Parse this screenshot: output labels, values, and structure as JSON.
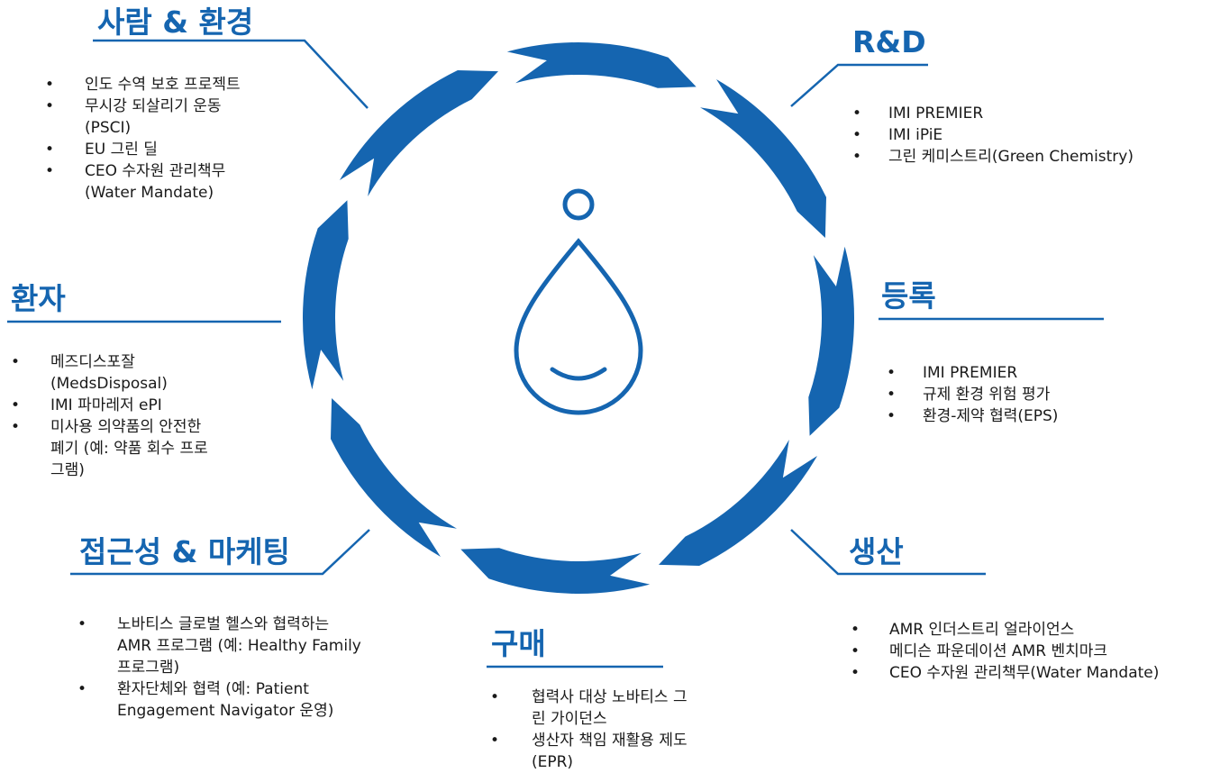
{
  "colors": {
    "primary": "#1565b0",
    "text": "#1a1a1a"
  },
  "sections": {
    "people_env": {
      "title": "사람 & 환경",
      "items": [
        {
          "text": "인도 수역 보호 프로젝트"
        },
        {
          "text": "무시강 되살리기 운동\n(PSCI)"
        },
        {
          "text": "EU 그린 딜"
        },
        {
          "text": "CEO 수자원 관리책무\n(Water Mandate)"
        }
      ]
    },
    "rnd": {
      "title": "R&D",
      "items": [
        {
          "text": "IMI PREMIER"
        },
        {
          "text": "IMI iPiE"
        },
        {
          "text": "그린 케미스트리(Green Chemistry)"
        }
      ]
    },
    "patient": {
      "title": "환자",
      "items": [
        {
          "text": "메즈디스포잘\n(MedsDisposal)"
        },
        {
          "text": "IMI 파마레저 ePI"
        },
        {
          "text": "미사용 의약품의 안전한\n폐기 (예: 약품 회수 프로\n그램)"
        }
      ]
    },
    "registration": {
      "title": "등록",
      "items": [
        {
          "text": "IMI PREMIER"
        },
        {
          "text": "규제 환경 위험 평가"
        },
        {
          "text": "환경-제약 협력(EPS)"
        }
      ]
    },
    "access": {
      "title": "접근성 & 마케팅",
      "items": [
        {
          "text": "노바티스 글로벌 헬스와 협력하는\nAMR 프로그램 (예: Healthy Family\n프로그램)"
        },
        {
          "text": "환자단체와 협력 (예: Patient\nEngagement Navigator 운영)"
        }
      ]
    },
    "production": {
      "title": "생산",
      "items": [
        {
          "text": "AMR 인더스트리 얼라이언스"
        },
        {
          "text": "메디슨 파운데이션 AMR 벤치마크"
        },
        {
          "text": "CEO 수자원 관리책무(Water Mandate)"
        }
      ]
    },
    "purchase": {
      "title": "구매",
      "items": [
        {
          "text": "협력사 대상 노바티스 그\n린 가이던스"
        },
        {
          "text": "생산자 책임 재활용 제도\n(EPR)"
        }
      ]
    }
  }
}
